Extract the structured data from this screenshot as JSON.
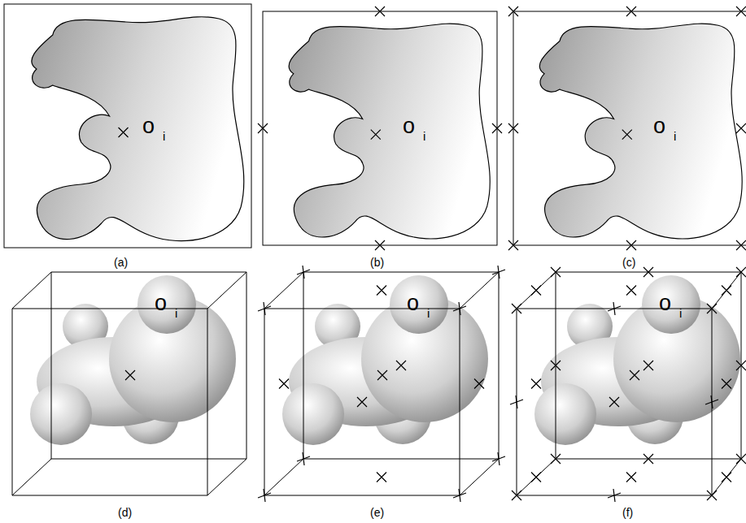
{
  "diagram": {
    "labels": [
      "o",
      "i",
      "(a)",
      "o",
      "i",
      "(b)",
      "o",
      "i",
      "(c)",
      "o",
      "i",
      "(d)",
      "o",
      "i",
      "(e)",
      "o",
      "i",
      "(f)"
    ]
  }
}
